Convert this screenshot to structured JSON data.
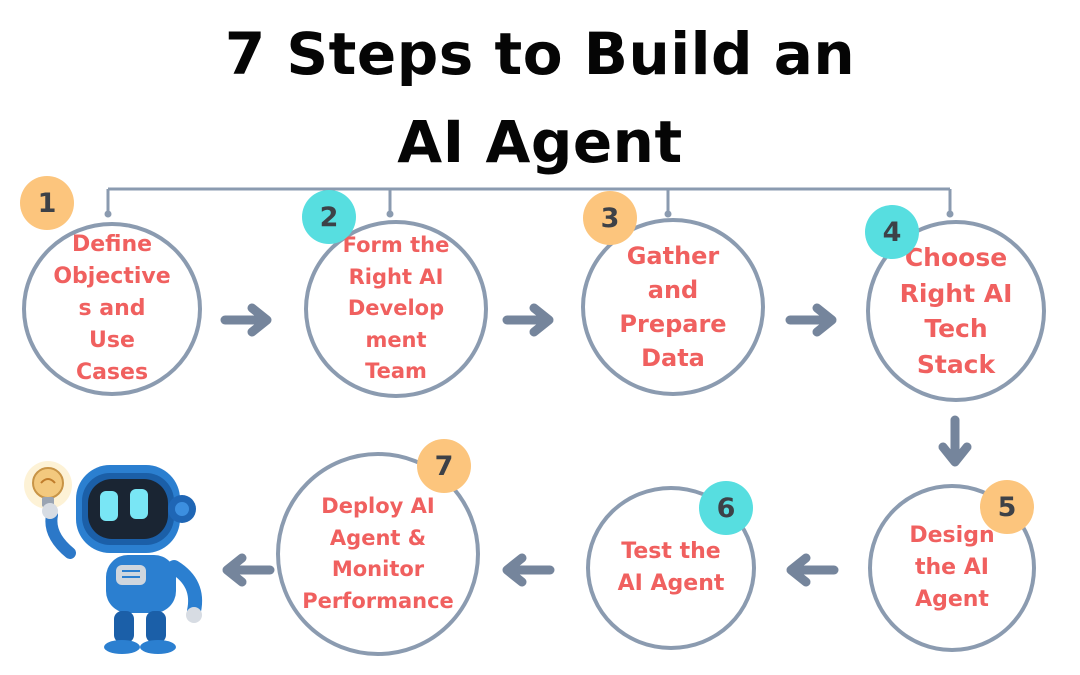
{
  "title": {
    "line1": "7 Steps to Build an",
    "line2": "AI Agent"
  },
  "steps": [
    {
      "number": "1",
      "label": "Define Objective s and Use Cases",
      "badge_color": "#fcc57d"
    },
    {
      "number": "2",
      "label": "Form the Right AI Develop ment Team",
      "badge_color": "#57dee0"
    },
    {
      "number": "3",
      "label": "Gather and Prepare Data",
      "badge_color": "#fcc57d"
    },
    {
      "number": "4",
      "label": "Choose Right AI Tech Stack",
      "badge_color": "#57dee0"
    },
    {
      "number": "5",
      "label": "Design the AI Agent",
      "badge_color": "#fcc57d"
    },
    {
      "number": "6",
      "label": "Test the AI Agent",
      "badge_color": "#57dee0"
    },
    {
      "number": "7",
      "label": "Deploy AI Agent & Monitor Performance",
      "badge_color": "#fcc57d"
    }
  ],
  "colors": {
    "step_text": "#f0605f",
    "circle_border": "#8b9bb0",
    "arrow": "#75859c",
    "title": "#050505"
  },
  "icons": {
    "illustration": "robot-holding-lightbulb"
  }
}
